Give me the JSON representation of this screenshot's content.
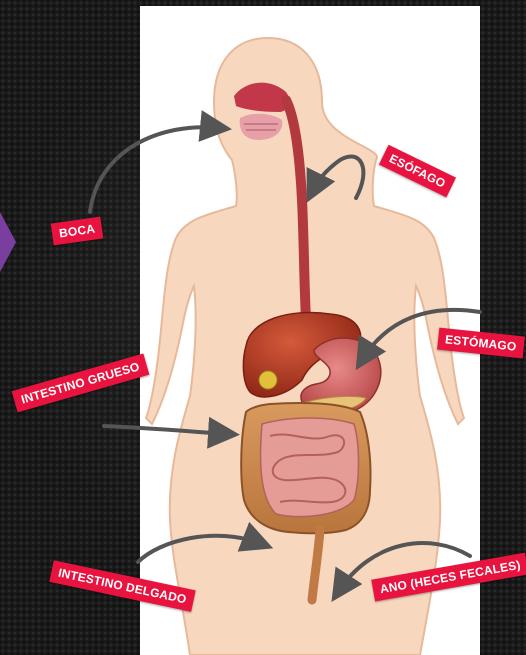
{
  "labels": {
    "boca": "BOCA",
    "esofago": "ESÓFAGO",
    "estomago": "ESTÓMAGO",
    "intestino_grueso": "INTESTINO GRUESO",
    "intestino_delgado": "INTESTINO DELGADO",
    "ano": "ANO (HECES FECALES)"
  },
  "colors": {
    "label_background": "#e8143f",
    "label_text": "#ffffff",
    "skin": "#f8d7bf",
    "accent_tab": "#7a3ea0"
  }
}
